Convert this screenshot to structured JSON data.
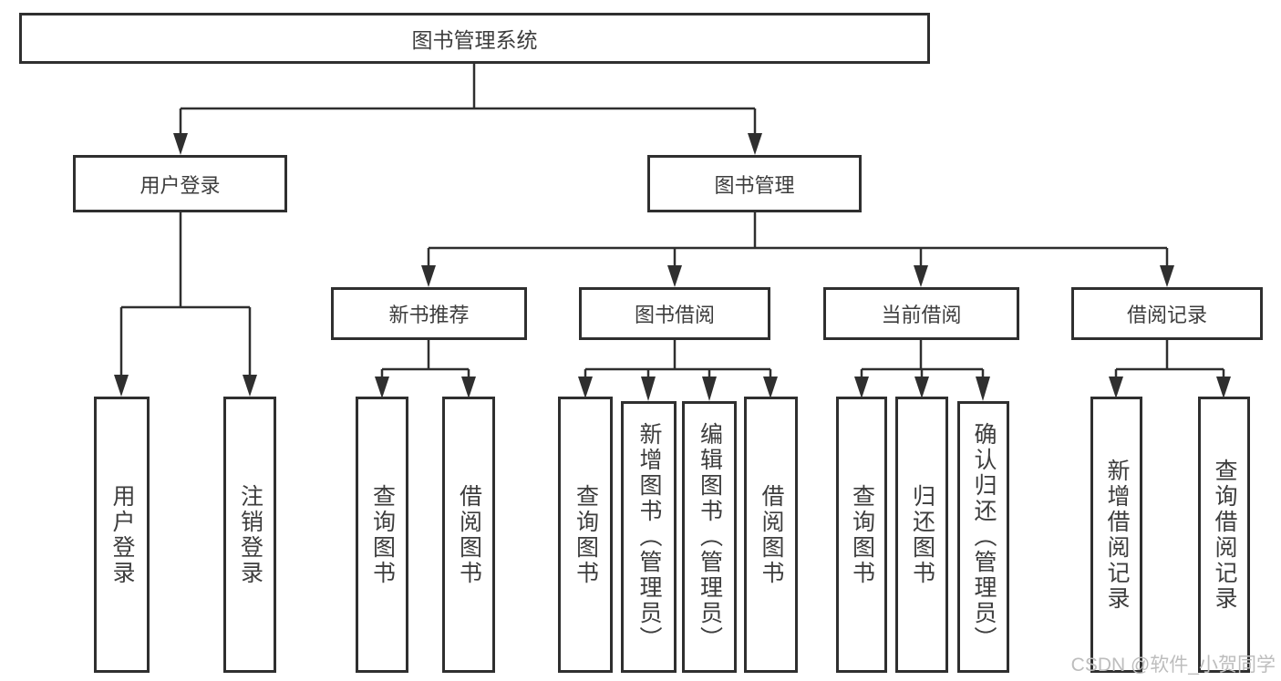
{
  "diagram": {
    "root": {
      "label": "图书管理系统"
    },
    "level2": [
      {
        "label": "用户登录"
      },
      {
        "label": "图书管理"
      }
    ],
    "level3": [
      {
        "label": "新书推荐",
        "parent": "图书管理"
      },
      {
        "label": "图书借阅",
        "parent": "图书管理"
      },
      {
        "label": "当前借阅",
        "parent": "图书管理"
      },
      {
        "label": "借阅记录",
        "parent": "图书管理"
      }
    ],
    "leaves": [
      {
        "label": "用户登录",
        "parent": "用户登录"
      },
      {
        "label": "注销登录",
        "parent": "用户登录"
      },
      {
        "label": "查询图书",
        "parent": "新书推荐"
      },
      {
        "label": "借阅图书",
        "parent": "新书推荐"
      },
      {
        "label": "查询图书",
        "parent": "图书借阅"
      },
      {
        "label": "新增图书（管理员）",
        "parent": "图书借阅"
      },
      {
        "label": "编辑图书（管理员）",
        "parent": "图书借阅"
      },
      {
        "label": "借阅图书",
        "parent": "图书借阅"
      },
      {
        "label": "查询图书",
        "parent": "当前借阅"
      },
      {
        "label": "归还图书",
        "parent": "当前借阅"
      },
      {
        "label": "确认归还（管理员）",
        "parent": "当前借阅"
      },
      {
        "label": "新增借阅记录",
        "parent": "借阅记录"
      },
      {
        "label": "查询借阅记录",
        "parent": "借阅记录"
      }
    ],
    "watermark": "CSDN @软件_小贺同学",
    "colors": {
      "line": "#2f2f2f",
      "box_border": "#2f2f2f",
      "text": "#3d3d3d",
      "watermark": "#bdbdbd",
      "background": "#ffffff"
    }
  }
}
